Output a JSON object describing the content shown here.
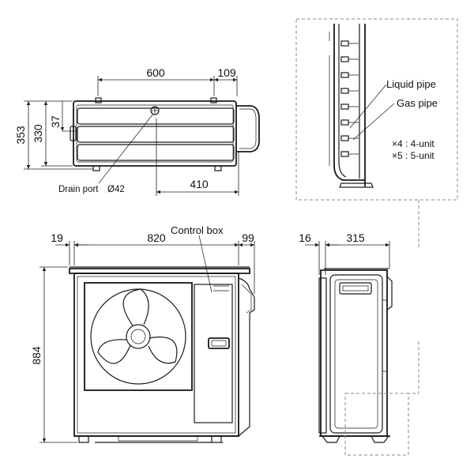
{
  "top_view": {
    "width": "600",
    "offset": "109",
    "height_total": "353",
    "height_body": "330",
    "leg": "37",
    "drain_port": "Drain port",
    "drain_diameter": "Ø42",
    "depth": "410"
  },
  "front_view": {
    "left_offset": "19",
    "width": "820",
    "right_offset": "99",
    "height": "884",
    "control_box": "Control box"
  },
  "side_view": {
    "left_offset": "16",
    "depth": "315"
  },
  "detail": {
    "liquid_pipe": "Liquid pipe",
    "gas_pipe": "Gas pipe",
    "units_4": "×4 : 4-unit",
    "units_5": "×5 : 5-unit"
  }
}
